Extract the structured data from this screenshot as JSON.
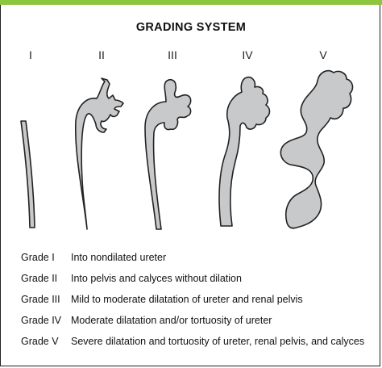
{
  "accent_color": "#8cc63f",
  "title": "GRADING SYSTEM",
  "numerals": [
    "I",
    "II",
    "III",
    "IV",
    "V"
  ],
  "grades": [
    {
      "label": "Grade I",
      "desc": "Into nondilated ureter"
    },
    {
      "label": "Grade II",
      "desc": "Into pelvis and calyces without dilation"
    },
    {
      "label": "Grade III",
      "desc": "Mild to moderate dilatation of ureter and renal pelvis"
    },
    {
      "label": "Grade IV",
      "desc": "Moderate dilatation and/or tortuosity of ureter"
    },
    {
      "label": "Grade V",
      "desc": "Severe dilatation and tortuosity of ureter, renal pelvis, and calyces"
    }
  ]
}
